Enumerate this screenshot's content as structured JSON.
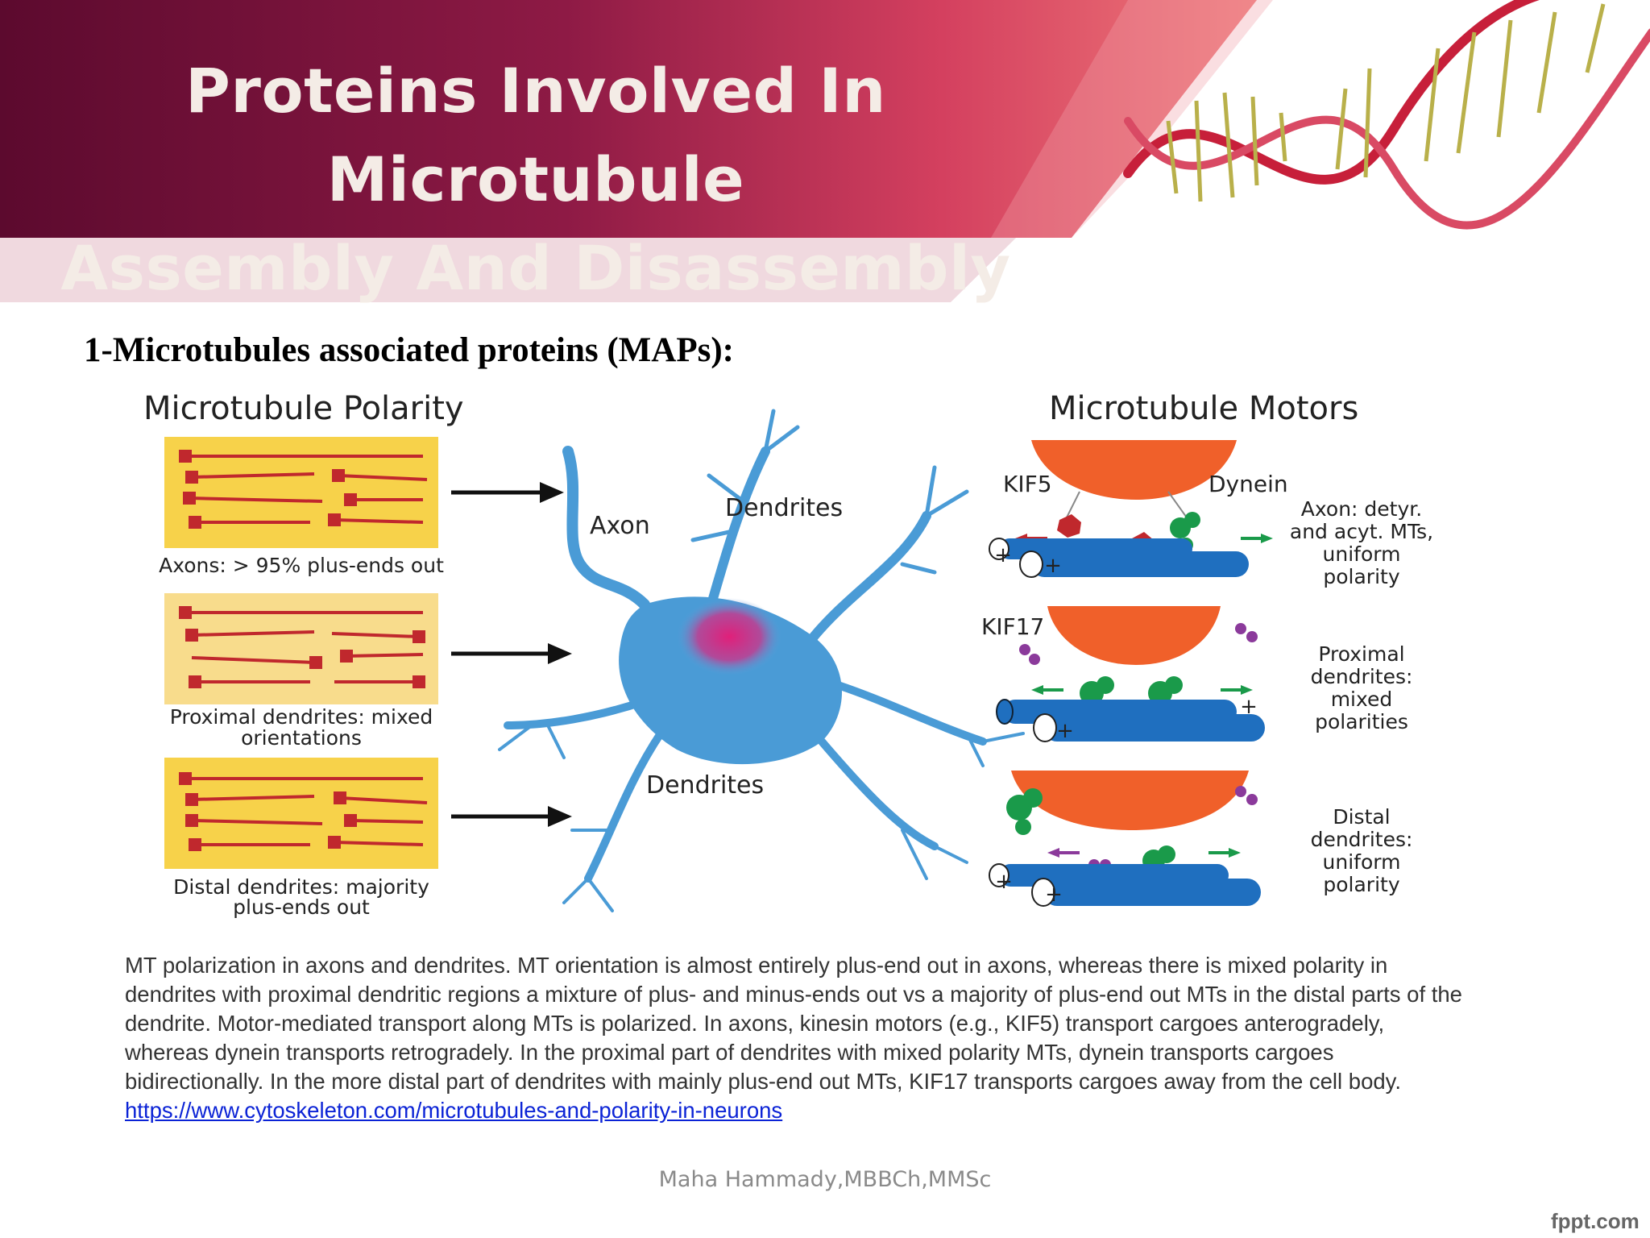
{
  "slide": {
    "title_line1": "Proteins Involved In Microtubule",
    "title_line2": "Assembly And Disassembly",
    "section_heading": "1-Microtubules associated proteins (MAPs):",
    "author": "Maha Hammady,MBBCh,MMSc",
    "watermark": "fppt.com"
  },
  "figure": {
    "polarity_title": "Microtubule Polarity",
    "motors_title": "Microtubule Motors",
    "panel_axons": "Axons: > 95% plus-ends out",
    "panel_proximal_line1": "Proximal dendrites: mixed",
    "panel_proximal_line2": "orientations",
    "panel_distal_line1": "Distal dendrites: majority",
    "panel_distal_line2": "plus-ends out",
    "neuron_axon": "Axon",
    "neuron_dendrites_top": "Dendrites",
    "neuron_dendrites_bottom": "Dendrites",
    "kif5": "KIF5",
    "dynein": "Dynein",
    "kif17": "KIF17",
    "plus": "+",
    "axon_note_line1": "Axon: detyr.",
    "axon_note_line2": "and acyt. MTs,",
    "axon_note_line3": "uniform",
    "axon_note_line4": "polarity",
    "proximal_note_line1": "Proximal",
    "proximal_note_line2": "dendrites:",
    "proximal_note_line3": "mixed",
    "proximal_note_line4": "polarities",
    "distal_note_line1": "Distal",
    "distal_note_line2": "dendrites:",
    "distal_note_line3": "uniform",
    "distal_note_line4": "polarity"
  },
  "caption": {
    "text": "MT polarization in axons and dendrites. MT orientation is almost entirely plus-end out in axons, whereas there is mixed polarity in dendrites with proximal dendritic regions a mixture of plus- and minus-ends out vs a majority of plus-end out MTs in the distal parts of the dendrite.  Motor-mediated transport along MTs is polarized. In axons, kinesin motors (e.g., KIF5) transport cargoes anterogradely, whereas dynein transports retrogradely. In the proximal part of dendrites with mixed polarity MTs, dynein transports cargoes bidirectionally. In the more distal part of dendrites with mainly plus-end out MTs, KIF17 transports cargoes away from the cell body.",
    "link": "https://www.cytoskeleton.com/microtubules-and-polarity-in-neurons"
  },
  "colors": {
    "header_dark": "#5c0a2e",
    "header_mid": "#c4345e",
    "title_text": "#f4ece6",
    "panel_yellow": "#f7d24a",
    "panel_light": "#f8dc8c",
    "mt_red": "#c0282d",
    "neuron_blue": "#4a9bd6",
    "motor_orange": "#f0602a",
    "tubule_blue": "#1f6fbf",
    "dynein_green": "#1a9a4a",
    "kif5_red": "#c0282d",
    "kif17_purple": "#8b3a9b",
    "link_blue": "#0b23d6"
  },
  "icons": [
    "dna-helix-graphic",
    "neuron-graphic",
    "arrow-right-icon"
  ]
}
